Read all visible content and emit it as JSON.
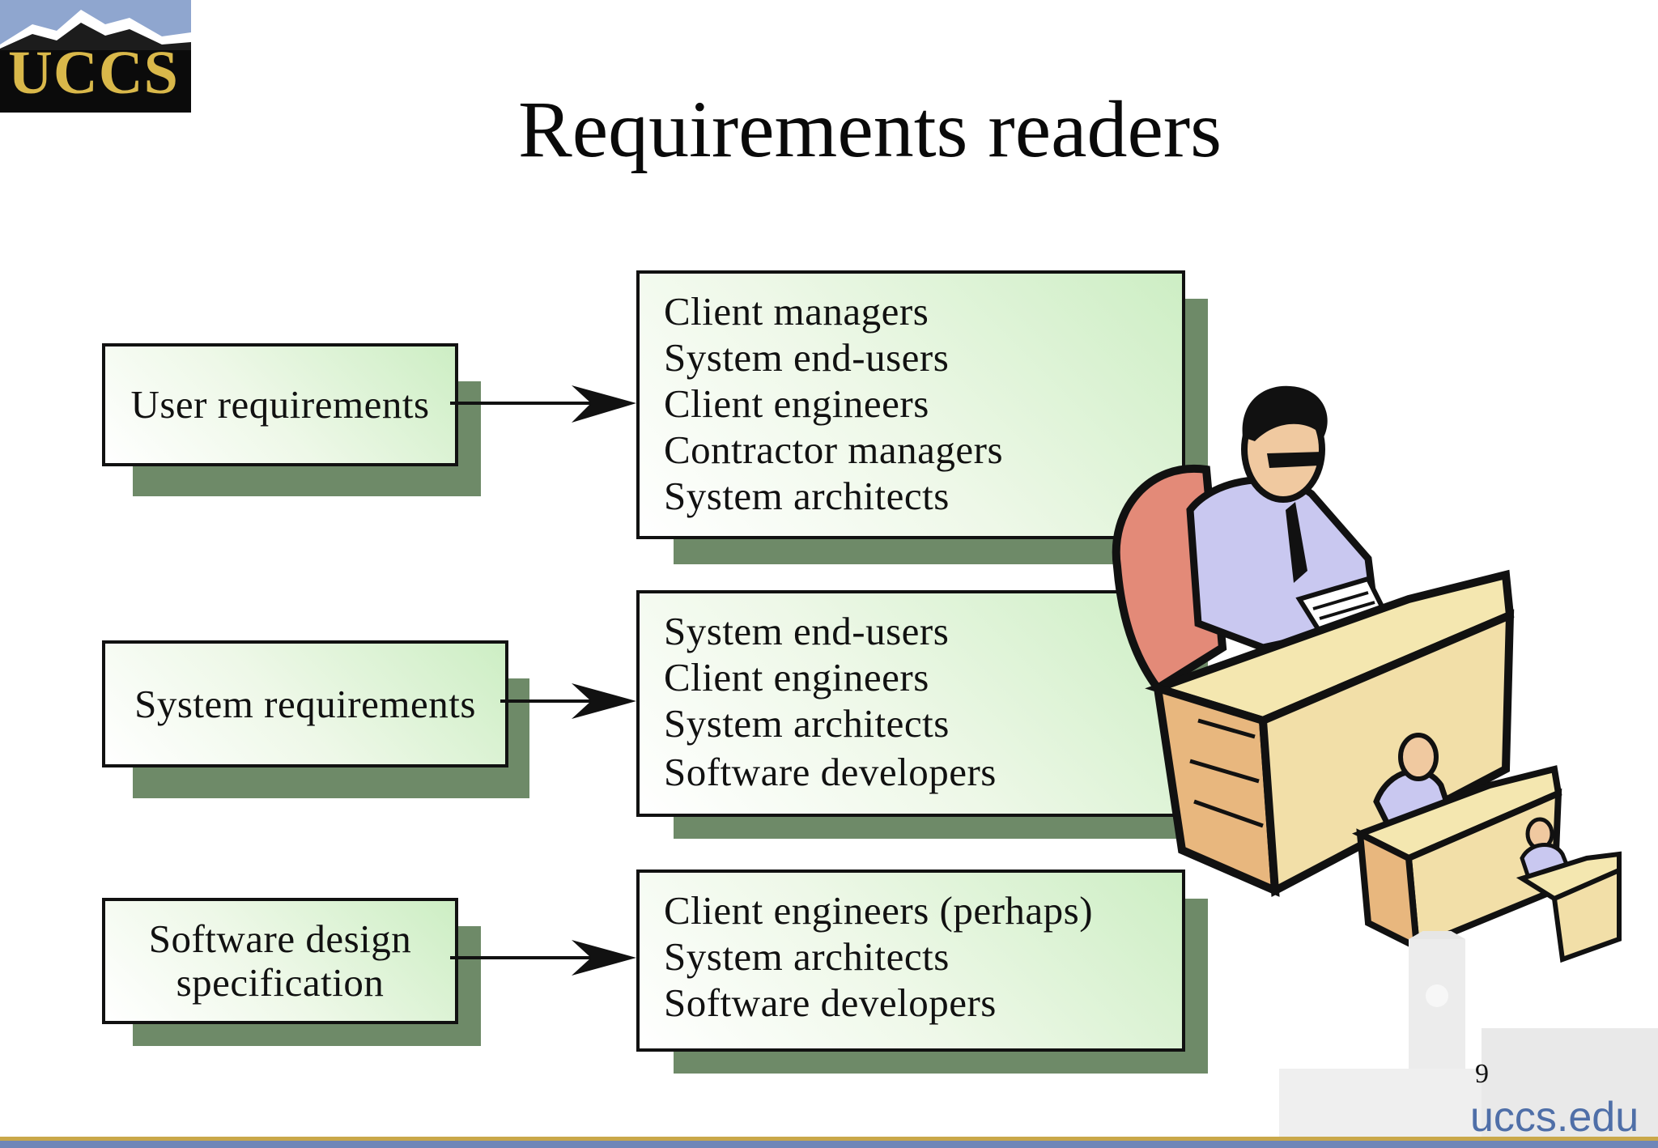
{
  "logo": {
    "text": "UCCS"
  },
  "slide": {
    "title": "Requirements readers",
    "page_number": "9"
  },
  "footer": {
    "url": "uccs.edu"
  },
  "rows": [
    {
      "document": [
        "User requirements"
      ],
      "readers": [
        "Client managers",
        "System end-users",
        "Client engineers",
        "Contractor managers",
        "System architects"
      ]
    },
    {
      "document": [
        "System requirements"
      ],
      "readers": [
        "System end-users",
        "Client engineers",
        "System architects",
        "Software developers"
      ]
    },
    {
      "document": [
        "Software design",
        "specification"
      ],
      "readers": [
        "Client engineers (perhaps)",
        "System architects",
        "Software developers"
      ]
    }
  ],
  "colors": {
    "shadow": "#6e8a68",
    "box_gradient_end": "#cdeec4",
    "url": "#4f6fa8",
    "logo_gold": "#d9b84a"
  }
}
